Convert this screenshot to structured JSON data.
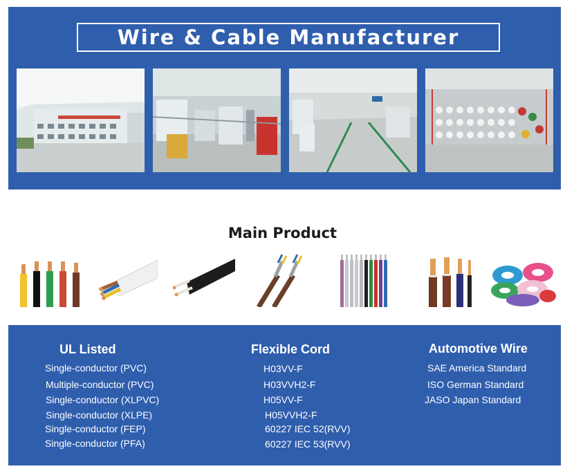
{
  "banner": {
    "title": "Wire & Cable Manufacturer",
    "photos": [
      "factory-building",
      "extrusion-line",
      "workshop-floor",
      "wire-spool-rack"
    ],
    "bg_color": "#2f5ead"
  },
  "products": {
    "title": "Main Product",
    "images": [
      "single-core-wires",
      "flat-sheathed-cable",
      "twin-flat-cord",
      "shielded-twisted-pair",
      "multicolor-ribbon-wires",
      "stripped-conductors",
      "colored-wire-coils"
    ]
  },
  "categories": [
    {
      "title": "UL Listed",
      "items": [
        "Single-conductor (PVC)",
        "Multiple-conductor (PVC)",
        "Single-conductor (XLPVC)",
        "Single-conductor (XLPE)",
        "Single-conductor (FEP)",
        "Single-conductor (PFA)"
      ]
    },
    {
      "title": "Flexible Cord",
      "items": [
        "H03VV-F",
        "H03VVH2-F",
        "H05VV-F",
        "H05VVH2-F",
        "60227 IEC 52(RVV)",
        "60227 IEC 53(RVV)"
      ]
    },
    {
      "title": "Automotive Wire",
      "items": [
        "SAE America Standard",
        "ISO German Standard",
        "JASO Japan Standard"
      ]
    }
  ]
}
